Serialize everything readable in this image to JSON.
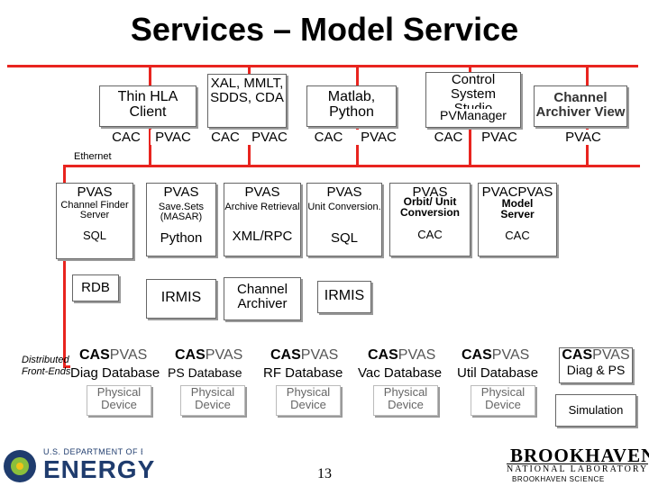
{
  "slide": {
    "title": "Services – Model Service",
    "page_number": "13"
  },
  "clients": [
    {
      "name": "Thin HLA Client",
      "libs": [
        "CAC",
        "PVAC"
      ]
    },
    {
      "name": "XAL, MMLT, SDDS, CDA",
      "libs": [
        "CAC",
        "PVAC"
      ]
    },
    {
      "name": "Matlab, Python",
      "libs": [
        "CAC",
        "PVAC"
      ]
    },
    {
      "name": "Control System Studio",
      "sub": "PVManager",
      "libs": [
        "CAC",
        "PVAC"
      ]
    },
    {
      "name": "Channel Archiver View",
      "libs": [
        "PVAC"
      ]
    }
  ],
  "network_label": "Ethernet",
  "services": [
    {
      "top": "PVAS",
      "name": "Channel Finder Server",
      "lang": "SQL",
      "backend": "RDB"
    },
    {
      "top": "PVAS",
      "name": "Save.Sets (MASAR)",
      "lang": "Python",
      "backend": "IRMIS"
    },
    {
      "top": "PVAS",
      "name": "Archive Retrieval",
      "lang": "XML/RPC",
      "backend": "Channel Archiver"
    },
    {
      "top": "PVAS",
      "name": "Unit Conversion.",
      "lang": "SQL",
      "backend": "IRMIS"
    },
    {
      "top": "PVAS",
      "name": "Orbit/ Unit Conversion",
      "lang": "CAC"
    },
    {
      "top": "PVAC",
      "top2": "PVAS",
      "name": "Model Server",
      "lang": "CAC"
    }
  ],
  "front_ends": {
    "label": "Distributed Front-Ends",
    "cas": "CAS",
    "pvas": "PVAS",
    "items": [
      {
        "name": "Diag Database",
        "device": "Physical Device"
      },
      {
        "name": "PS Database",
        "device": "Physical Device"
      },
      {
        "name": "RF Database",
        "device": "Physical Device"
      },
      {
        "name": "Vac Database",
        "device": "Physical Device"
      },
      {
        "name": "Util Database",
        "device": "Physical Device"
      },
      {
        "name": "Diag & PS",
        "device": "Simulation"
      }
    ]
  },
  "logos": {
    "doe": "U.S. DEPARTMENT OF ENERGY",
    "bnl_main": "BROOKHAVEN",
    "bnl_sub": "NATIONAL LABORATORY",
    "bnl_tag": "BROOKHAVEN SCIENCE ASSOCIATES"
  },
  "colors": {
    "bus": "#e8241f",
    "shadow": "#9a9a9a",
    "doe_blue": "#1f3c6e"
  }
}
